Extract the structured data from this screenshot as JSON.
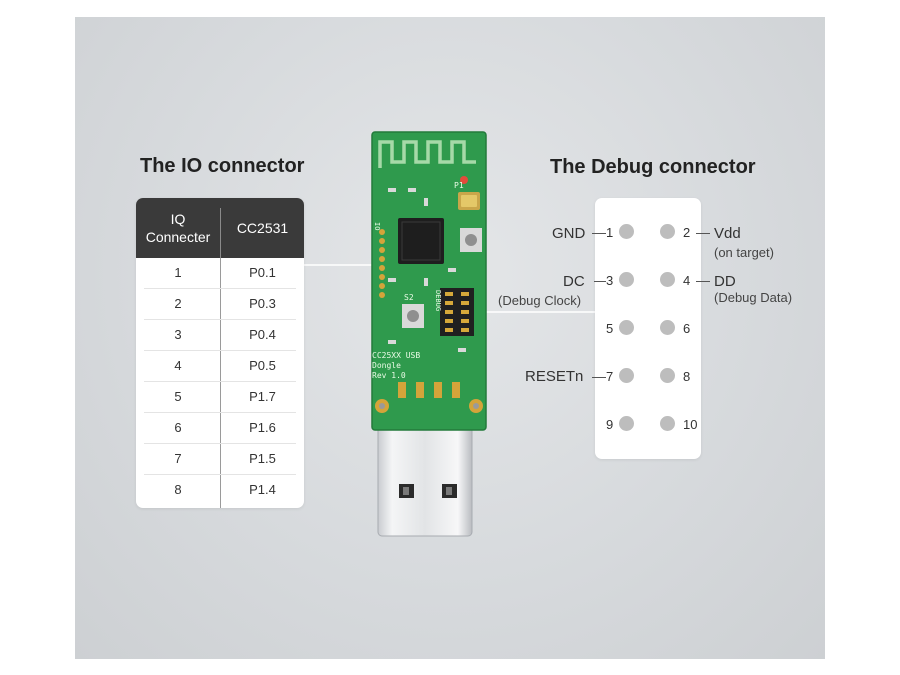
{
  "io_connector": {
    "title": "The IO connector",
    "headers": [
      "IQ\nConnecter",
      "CC2531"
    ],
    "rows": [
      [
        "1",
        "P0.1"
      ],
      [
        "2",
        "P0.3"
      ],
      [
        "3",
        "P0.4"
      ],
      [
        "4",
        "P0.5"
      ],
      [
        "5",
        "P1.7"
      ],
      [
        "6",
        "P1.6"
      ],
      [
        "7",
        "P1.5"
      ],
      [
        "8",
        "P1.4"
      ]
    ]
  },
  "debug_connector": {
    "title": "The Debug connector",
    "pins": [
      "1",
      "2",
      "3",
      "4",
      "5",
      "6",
      "7",
      "8",
      "9",
      "10"
    ],
    "signals": {
      "gnd": "GND",
      "vdd": "Vdd",
      "vdd_note": "(on target)",
      "dc": "DC",
      "dc_note": "(Debug Clock)",
      "dd": "DD",
      "dd_note": "(Debug Data)",
      "reset": "RESETn"
    }
  },
  "board": {
    "labels": [
      "CC25XX USB",
      "Dongle",
      "Rev 1.0",
      "S2",
      "P1",
      "DEBUG",
      "IO"
    ]
  },
  "colors": {
    "pcb_green": "#2f9a4d",
    "table_header": "#3a3a3a",
    "pin_gray": "#bdbdbd"
  }
}
